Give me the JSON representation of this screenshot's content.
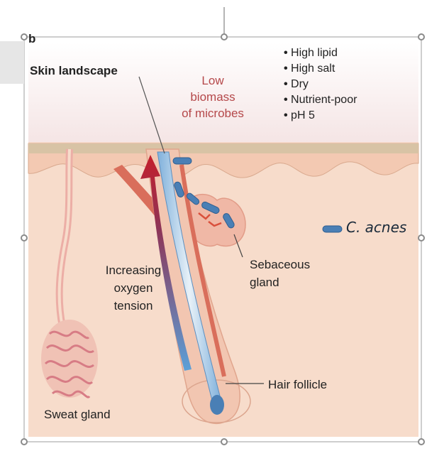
{
  "figure": {
    "panel_letter": "b",
    "title": "Skin landscape",
    "biomass_label": [
      "Low",
      "biomass",
      "of microbes"
    ],
    "surface_conditions": [
      "High lipid",
      "High salt",
      "Dry",
      "Nutrient-poor",
      "pH 5"
    ],
    "oxygen_label": [
      "Increasing",
      "oxygen",
      "tension"
    ],
    "sebaceous_label": [
      "Sebaceous",
      "gland"
    ],
    "follicle_label": "Hair follicle",
    "sweat_label": "Sweat gland",
    "legend_label": "C. acnes"
  },
  "colors": {
    "skin": "#f7dccb",
    "surface": "#d8c3a5",
    "sky": "#f4e3e3",
    "gland": "#f0c2b5",
    "bacteria": "#4a7fb5",
    "arrow_top": "#c41e2b",
    "arrow_bottom": "#5ba0d8",
    "biomass_text": "#b5484a"
  },
  "icons": [
    "bacteria-rod-icon",
    "gradient-arrow-icon",
    "resize-handle-icon"
  ]
}
